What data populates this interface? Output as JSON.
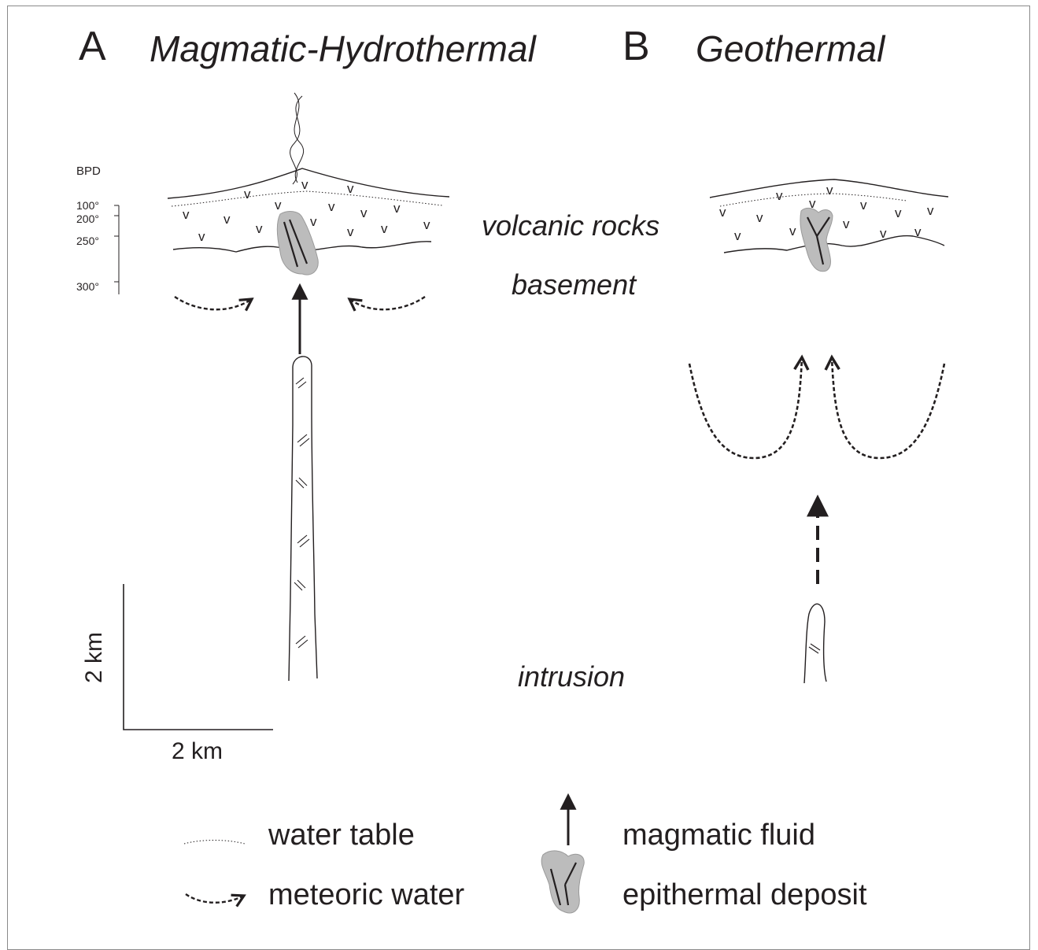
{
  "panels": {
    "a": {
      "letter": "A",
      "title": "Magmatic-Hydrothermal",
      "depth_scale": {
        "header": "BPD",
        "ticks": [
          "100°",
          "200°",
          "250°",
          "300°"
        ]
      }
    },
    "b": {
      "letter": "B",
      "title": "Geothermal"
    }
  },
  "layer_labels": {
    "volcanic": "volcanic rocks",
    "basement": "basement",
    "intrusion": "intrusion"
  },
  "scale_bar": {
    "vertical_label": "2 km",
    "horizontal_label": "2 km"
  },
  "volcanic_symbol": "v",
  "legend": {
    "water_table": "water table",
    "meteoric_water": "meteoric water",
    "magmatic_fluid": "magmatic fluid",
    "epithermal_deposit": "epithermal deposit"
  },
  "colors": {
    "ink": "#231f20",
    "deposit_fill": "#bcbcbc",
    "frame": "#8a8a8a"
  }
}
